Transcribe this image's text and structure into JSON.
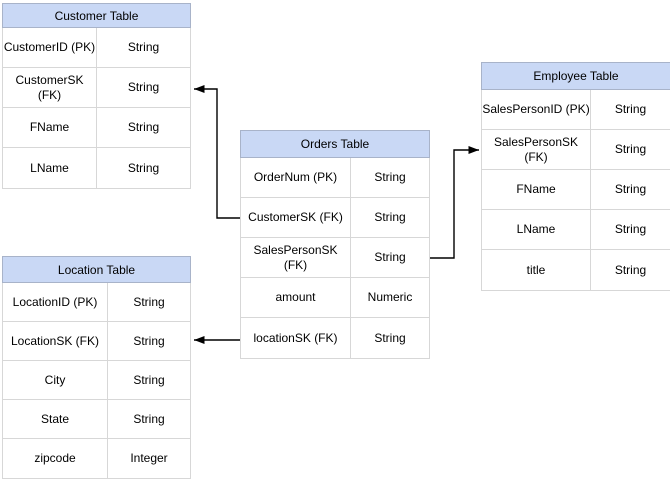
{
  "canvas": {
    "background_color": "#ffffff",
    "header_fill_color": "#c9d8f5",
    "header_border_color": "#a8b3c9",
    "grid_line_color": "#d7d7d7",
    "connector_color": "#000000",
    "text_color": "#000000"
  },
  "tables": [
    {
      "id": "customer",
      "title": "Customer Table",
      "rows": [
        {
          "field": "CustomerID (PK)",
          "type": "String"
        },
        {
          "field": "CustomerSK\n(FK)",
          "type": "String"
        },
        {
          "field": "FName",
          "type": "String"
        },
        {
          "field": "LName",
          "type": "String"
        }
      ]
    },
    {
      "id": "orders",
      "title": "Orders Table",
      "rows": [
        {
          "field": "OrderNum (PK)",
          "type": "String"
        },
        {
          "field": "CustomerSK (FK)",
          "type": "String"
        },
        {
          "field": "SalesPersonSK\n(FK)",
          "type": "String"
        },
        {
          "field": "amount",
          "type": "Numeric"
        },
        {
          "field": "locationSK (FK)",
          "type": "String"
        }
      ]
    },
    {
      "id": "employee",
      "title": "Employee Table",
      "rows": [
        {
          "field": "SalesPersonID (PK)",
          "type": "String"
        },
        {
          "field": "SalesPersonSK\n(FK)",
          "type": "String"
        },
        {
          "field": "FName",
          "type": "String"
        },
        {
          "field": "LName",
          "type": "String"
        },
        {
          "field": "title",
          "type": "String"
        }
      ]
    },
    {
      "id": "location",
      "title": "Location Table",
      "rows": [
        {
          "field": "LocationID (PK)",
          "type": "String"
        },
        {
          "field": "LocationSK (FK)",
          "type": "String"
        },
        {
          "field": "City",
          "type": "String"
        },
        {
          "field": "State",
          "type": "String"
        },
        {
          "field": "zipcode",
          "type": "Integer"
        }
      ]
    }
  ],
  "relationships": [
    {
      "from": "Orders Table.CustomerSK (FK)",
      "to": "Customer Table.CustomerSK (FK)"
    },
    {
      "from": "Orders Table.SalesPersonSK (FK)",
      "to": "Employee Table.SalesPersonSK (FK)"
    },
    {
      "from": "Orders Table.locationSK (FK)",
      "to": "Location Table.LocationSK (FK)"
    }
  ]
}
